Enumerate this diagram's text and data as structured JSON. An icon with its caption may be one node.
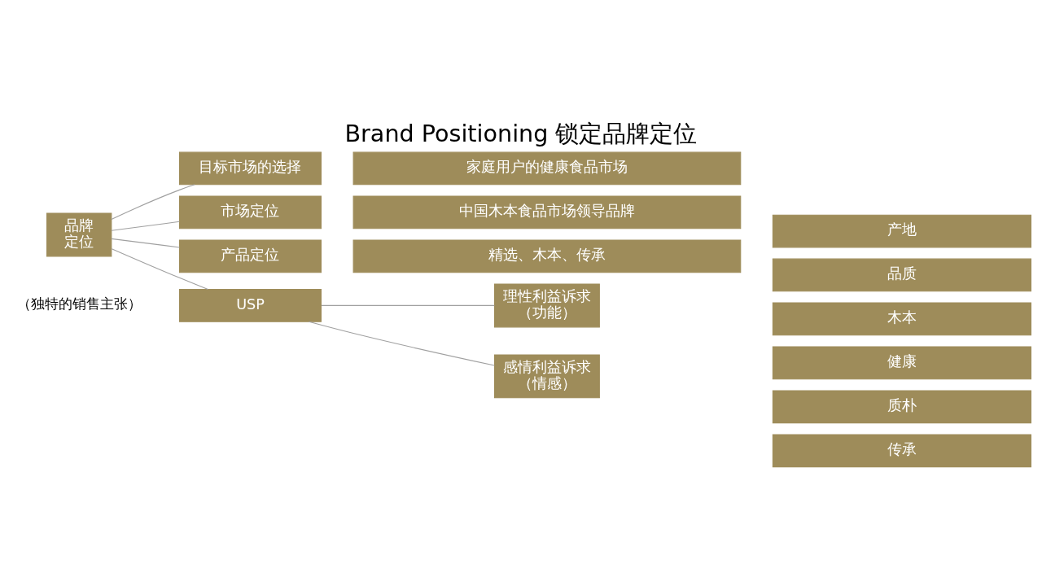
{
  "diagram": {
    "title": "Brand Positioning 锁定品牌定位",
    "nodes": [
      {
        "text": [
          "品牌定位"
        ]
      },
      {
        "text": [
          "目标市场的选择"
        ]
      },
      {
        "text": [
          "家庭用户的健康食品市场"
        ]
      },
      {
        "text": [
          "市场定位"
        ]
      },
      {
        "text": [
          "中国木本食品市场领导品牌"
        ]
      },
      {
        "text": [
          "产品定位"
        ]
      },
      {
        "text": [
          "精选、木本、传承"
        ]
      },
      {
        "text": [
          "USP"
        ],
        "beside": [
          "（独特的销售主张）"
        ]
      },
      {
        "text": [
          "理性利益诉求（功能）"
        ]
      },
      {
        "text": [
          "产地"
        ]
      },
      {
        "text": [
          "品质"
        ]
      },
      {
        "text": [
          "木本"
        ]
      },
      {
        "text": [
          "感情利益诉求（情感）"
        ]
      },
      {
        "text": [
          "健康"
        ]
      },
      {
        "text": [
          "质朴"
        ]
      },
      {
        "text": [
          "传承"
        ]
      }
    ],
    "edges": [
      {
        "from": 0,
        "to": 1,
        "arrow": "none"
      },
      {
        "from": 0,
        "to": 3,
        "arrow": "none"
      },
      {
        "from": 0,
        "to": 5,
        "arrow": "none"
      },
      {
        "from": 0,
        "to": 7,
        "arrow": "none"
      },
      {
        "from": 7,
        "to": 8,
        "arrow": "none"
      },
      {
        "from": 7,
        "to": 12,
        "arrow": "none"
      }
    ]
  }
}
